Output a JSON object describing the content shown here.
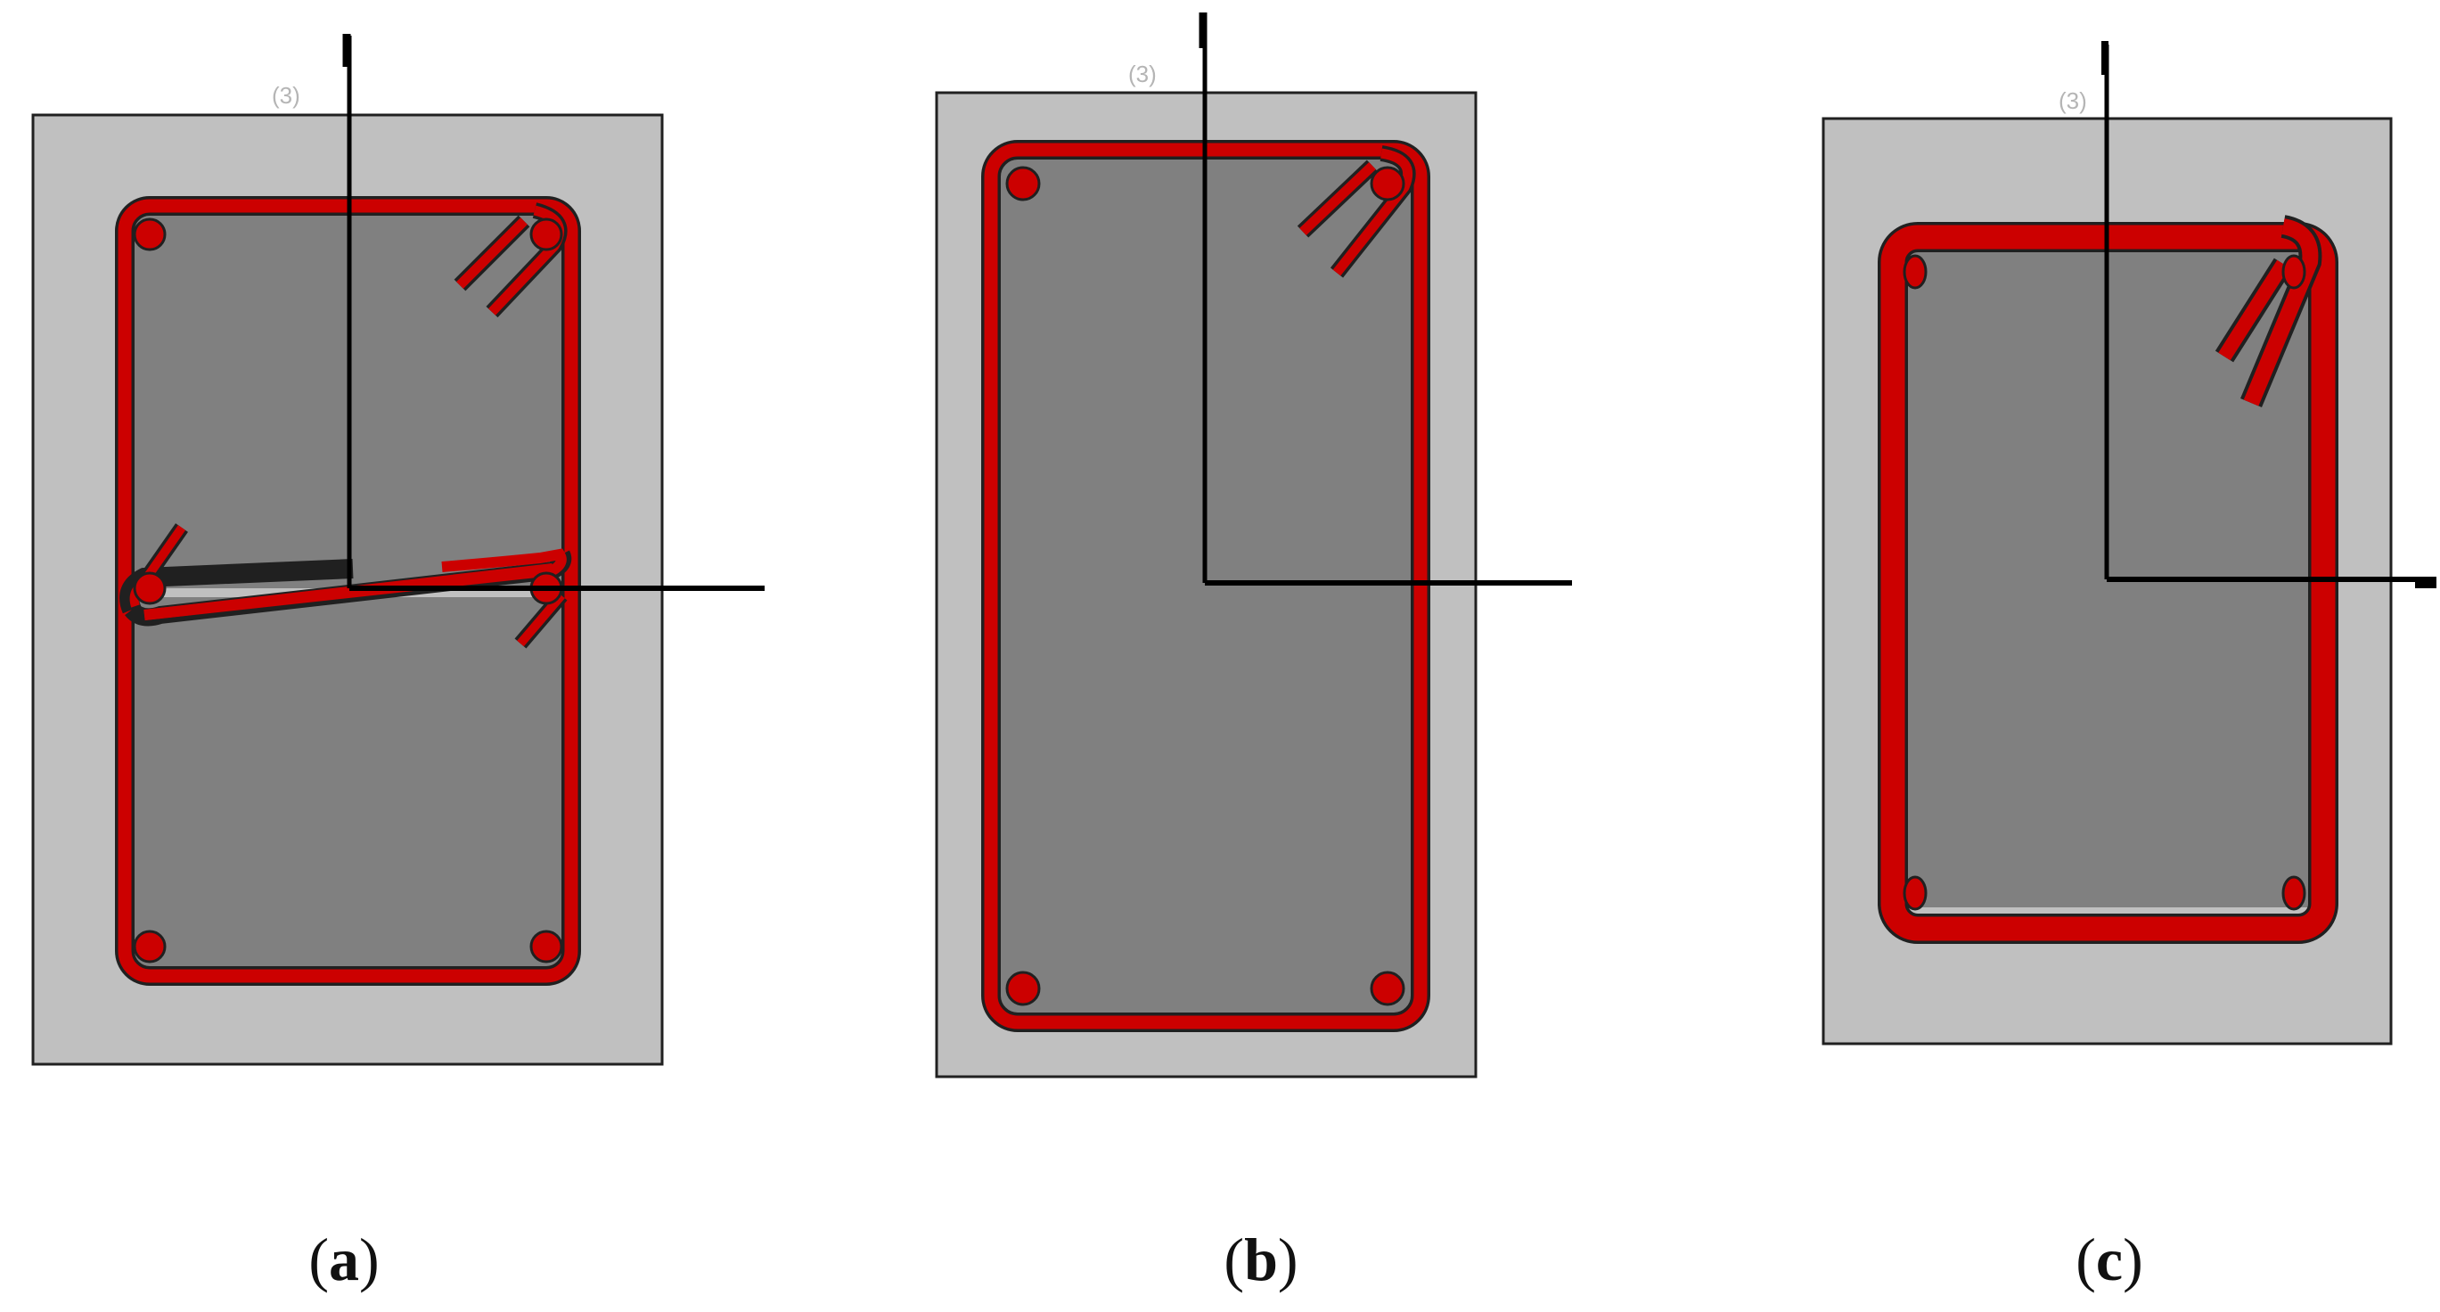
{
  "colors": {
    "concrete_cover": "#c0c0c0",
    "concrete_core": "#808080",
    "rebar": "#cc0000",
    "outline": "#202020",
    "axis": "#000000",
    "background": "#ffffff"
  },
  "panels": [
    {
      "id": "a",
      "tag": "(3)",
      "caption": {
        "open": "(",
        "letter": "a",
        "close": ")"
      },
      "features": [
        "corner-bars-4",
        "mid-bars-2",
        "closed-stirrup",
        "inclined-crosstie",
        "hook-top-right",
        "hook-mid-left",
        "hook-mid-right"
      ]
    },
    {
      "id": "b",
      "tag": "(3)",
      "caption": {
        "open": "(",
        "letter": "b",
        "close": ")"
      },
      "features": [
        "corner-bars-4",
        "closed-stirrup",
        "hook-top-right"
      ]
    },
    {
      "id": "c",
      "tag": "(3)",
      "caption": {
        "open": "(",
        "letter": "c",
        "close": ")"
      },
      "features": [
        "corner-bars-4",
        "closed-stirrup",
        "hook-top-right"
      ]
    }
  ]
}
